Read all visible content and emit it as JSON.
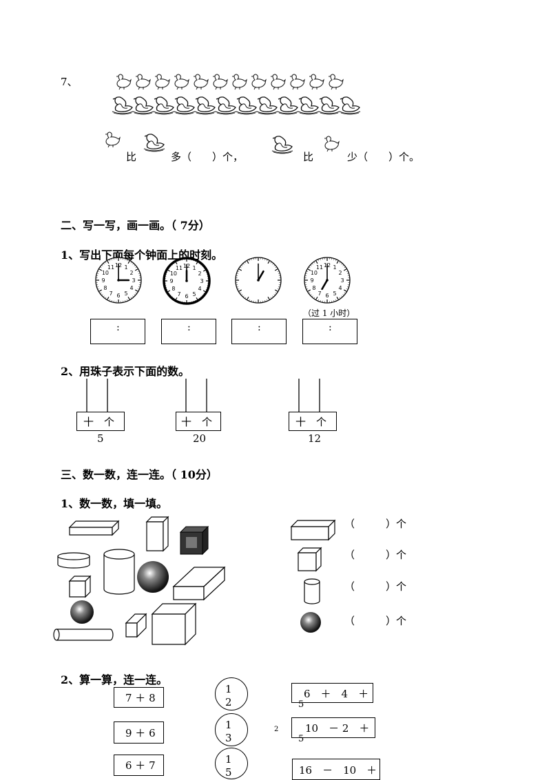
{
  "q7": {
    "number": "7、",
    "sentence": {
      "bi1": "比",
      "duo": "多（　　）个，",
      "bi2": "比",
      "shao": "少（　　）个。"
    },
    "counts": {
      "ducks": 12,
      "swans": 12
    }
  },
  "section2": {
    "title": "二、写一写，画一画。（ 7分）",
    "q1": {
      "title": "1、写出下面每个钟面上的时刻。",
      "clocks": [
        {
          "hour": 3,
          "minute": 0
        },
        {
          "hour": 12,
          "minute": 0
        },
        {
          "hour": 1,
          "minute": 0
        },
        {
          "hour": 7,
          "minute": 0,
          "note": "（过 1 小时）"
        }
      ],
      "answer_colon": ":"
    },
    "q2": {
      "title": "2、用珠子表示下面的数。",
      "abacus_labels": "十　个",
      "numbers": [
        "5",
        "20",
        "12"
      ]
    }
  },
  "section3": {
    "title": "三、数一数，连一连。（ 10分）",
    "q1": {
      "title": "1、数一数，填一填。",
      "answer_row": "（　　　）个"
    },
    "q2": {
      "title": "2、算一算，连一连。",
      "left_exprs": [
        "7 ＋ 8",
        "9 ＋ 6",
        "6 ＋ 7"
      ],
      "circles": [
        [
          "1",
          "2"
        ],
        [
          "1",
          "3"
        ],
        [
          "1",
          "5"
        ]
      ],
      "stray_digit": "2",
      "right_exprs": [
        {
          "expr": "6　＋　4　＋",
          "tail": "5"
        },
        {
          "expr": "10　－ 2　＋",
          "tail": "5"
        },
        {
          "expr": "16　－　10　＋",
          "tail": ""
        }
      ]
    }
  }
}
